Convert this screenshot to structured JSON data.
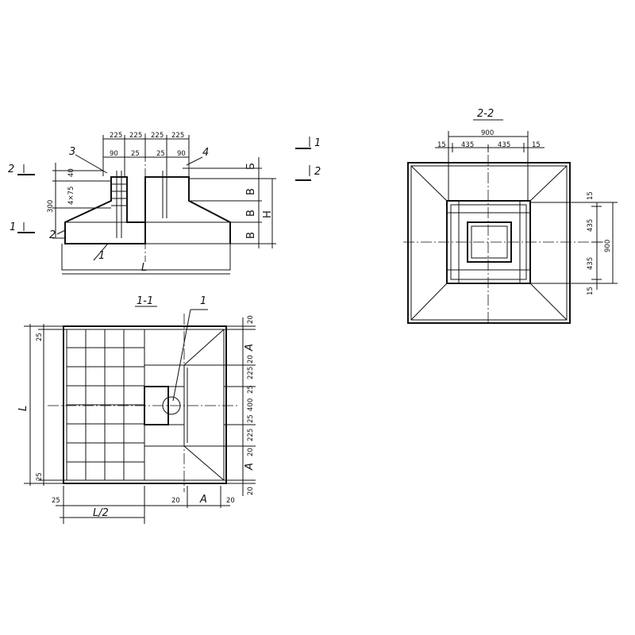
{
  "view_1": {
    "callout_3": "3",
    "callout_4": "4",
    "callout_2": "2",
    "callout_1": "1",
    "section_2_mark": "2",
    "section_1_mark": "1",
    "top_dims": [
      "225",
      "225",
      "225",
      "225"
    ],
    "col_dims": [
      "90",
      "25",
      "25",
      "90"
    ],
    "left_dims": [
      "40",
      "4×75",
      "300"
    ],
    "right_dims": [
      "Б",
      "В",
      "В",
      "В",
      "Н"
    ],
    "width_label": "L"
  },
  "view_2": {
    "title": "2-2",
    "top_total": "900",
    "top_parts": [
      "15",
      "435",
      "435",
      "15"
    ],
    "right_parts": [
      "15",
      "435",
      "435",
      "15"
    ],
    "right_total": "900"
  },
  "view_3": {
    "title": "1-1",
    "callout_1": "1",
    "left_total": "L",
    "left_parts": [
      "25",
      "25"
    ],
    "bottom_parts": [
      "25",
      "L/2",
      "20",
      "A",
      "20"
    ],
    "right_parts": [
      "20",
      "A",
      "20",
      "225",
      "25",
      "400",
      "25",
      "225",
      "20",
      "A",
      "20"
    ]
  },
  "side_marks": {
    "mark_1_top": "1",
    "mark_2_right": "2"
  }
}
